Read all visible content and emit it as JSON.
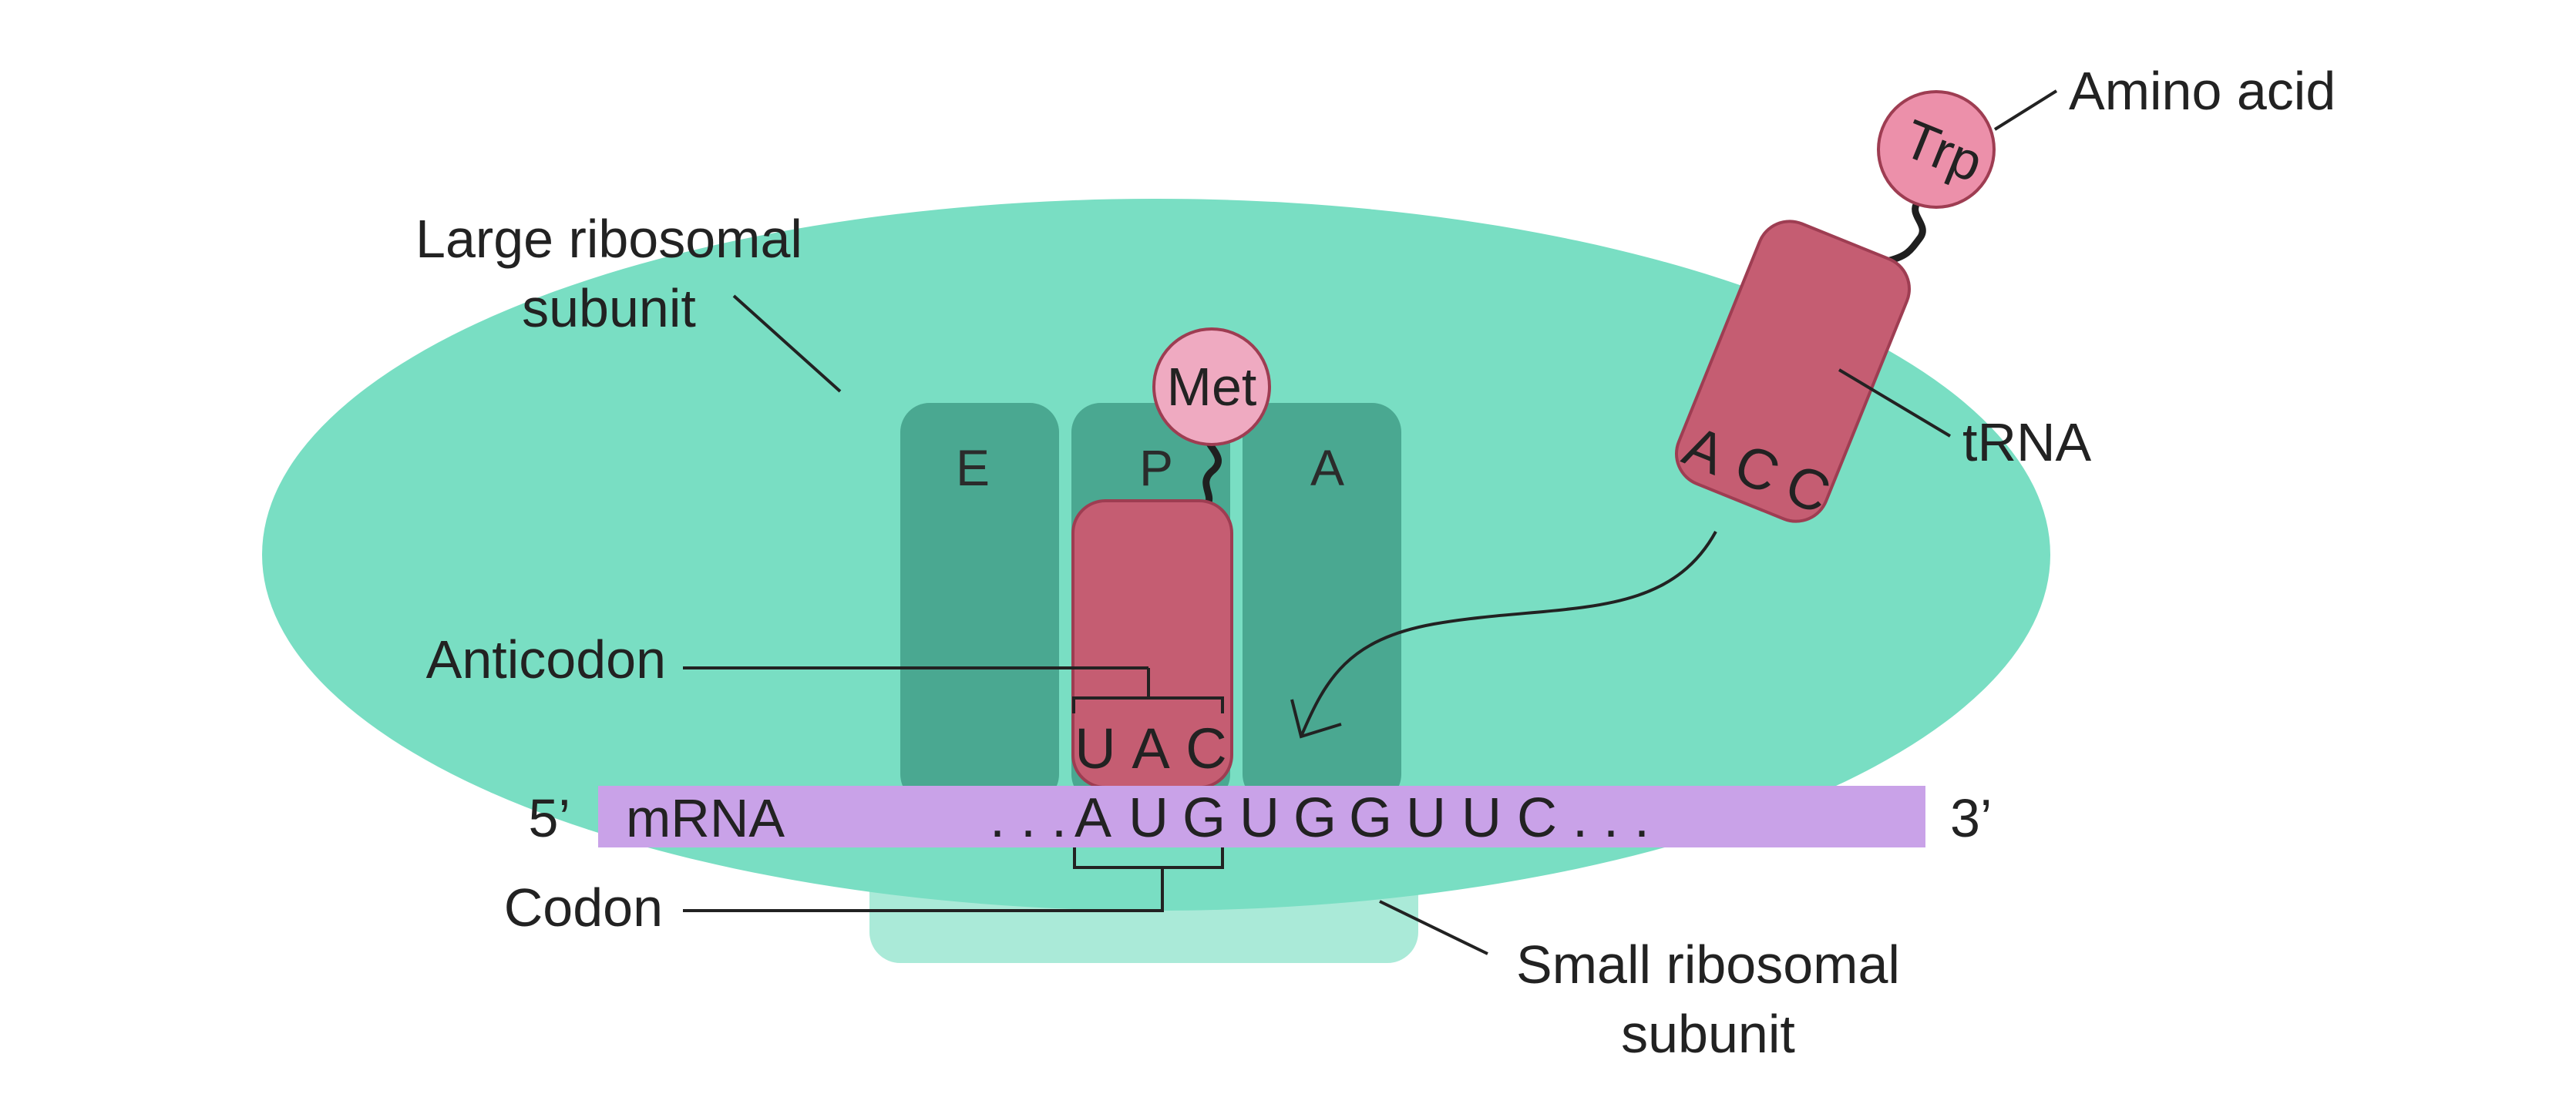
{
  "colors": {
    "large_subunit": "#79dec3",
    "site": "#4aa891",
    "small_subunit": "#aaead8",
    "mrna": "#c9a2e8",
    "trna": "#c55d72",
    "trna_stroke": "#9e3d52",
    "met": "#efaac1",
    "trp": "#ec90aa"
  },
  "labels": {
    "large_subunit": [
      "Large ribosomal",
      "subunit"
    ],
    "small_subunit": [
      "Small ribosomal",
      "subunit"
    ],
    "anticodon": "Anticodon",
    "codon": "Codon",
    "trna": "tRNA",
    "amino_acid": "Amino acid",
    "five_prime": "5’",
    "three_prime": "3’",
    "mrna": "mRNA"
  },
  "sites": [
    "E",
    "P",
    "A"
  ],
  "amino_acids": {
    "bound": "Met",
    "incoming": "Trp"
  },
  "anticodon_bases": [
    "U",
    "A",
    "C"
  ],
  "incoming_anticodon_bases": [
    "A",
    "C",
    "C"
  ],
  "mrna_sequence": {
    "lead": ". . .",
    "codon": [
      "A",
      "U",
      "G"
    ],
    "rest": [
      "U",
      "G",
      "G",
      "U",
      "U",
      "C"
    ],
    "trail": ". . ."
  }
}
